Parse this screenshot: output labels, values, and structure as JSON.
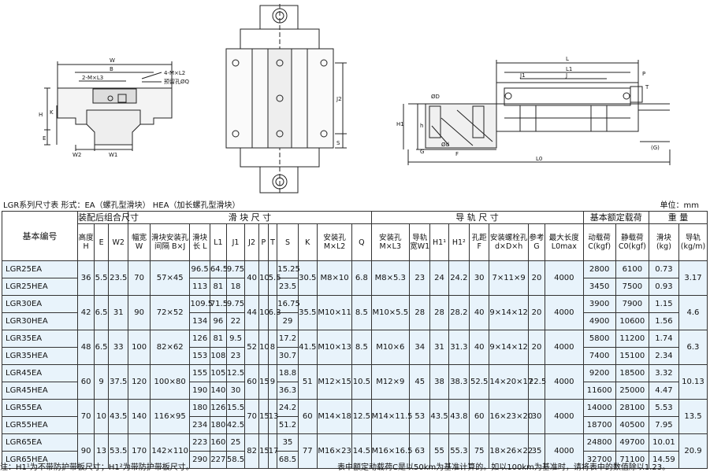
{
  "drawing_labels": {
    "left_view": {
      "W": "W",
      "B": "B",
      "two_mxl3": "2-M×L3",
      "four_mxl2": "4-M×L2",
      "anchor_hole": "预留孔ØQ",
      "H": "H",
      "K": "K",
      "E": "E",
      "W2": "W2",
      "W1": "W1"
    },
    "center_view": {
      "J2": "J2",
      "S": "S"
    },
    "right_view": {
      "L": "L",
      "L1": "L1",
      "J": "J",
      "J1": "J1",
      "P": "P",
      "T": "T",
      "phiD": "ØD",
      "H1": "H1",
      "h": "h",
      "phid": "Ød",
      "G": "G",
      "F": "F",
      "G_paren": "(G)",
      "L0": "L0"
    }
  },
  "caption": {
    "title": "LGR系列尺寸表  形式：EA（螺孔型滑块）  HEA（加长螺孔型滑块）",
    "unit": "单位：mm"
  },
  "table": {
    "group_headers": {
      "model": "基本编号",
      "assembly": "装配后组合尺寸",
      "block": "滑 块 尺 寸",
      "rail": "导 轨 尺 寸",
      "load": "基本额定载荷",
      "weight": "重 量"
    },
    "sub_headers": {
      "H": "高度 H",
      "E": "E",
      "W2": "W2",
      "W": "幅宽 W",
      "BJ": "滑块安装孔间隔 B×J",
      "L": "滑块长 L",
      "L1": "L1",
      "J1": "J1",
      "J2": "J2",
      "P": "P",
      "T": "T",
      "S": "S",
      "K": "K",
      "ML2": "安装孔 M×L2",
      "Q": "Q",
      "ML3": "安装孔 M×L3",
      "W1": "导轨宽W1",
      "H1a": "H1¹",
      "H1b": "H1²",
      "F": "孔距 F",
      "dDh": "安装螺栓孔 d×D×h",
      "G": "参考 G",
      "L0": "最大长度 L0max",
      "C": "动载荷 C(kgf)",
      "C0": "静载荷 C0(kgf)",
      "wb": "滑块 (kg)",
      "wr": "导轨 (kg/m)"
    },
    "groups": [
      {
        "H": "36",
        "E": "5.5",
        "W2": "23.5",
        "W": "70",
        "BJ": "57×45",
        "J2": "40",
        "P": "10",
        "T": "5.5",
        "K": "30.5",
        "ML2": "M8×10",
        "Q": "6.8",
        "ML3": "M8×5.3",
        "W1": "23",
        "H1a": "24",
        "H1b": "24.2",
        "F": "30",
        "dDh": "7×11×9",
        "G": "20",
        "L0": "4000",
        "wr": "3.17",
        "rows": [
          {
            "model": "LGR25EA",
            "L": "96.5",
            "L1": "64.5",
            "J1": "9.75",
            "S": "15.25",
            "C": "2800",
            "C0": "6100",
            "wb": "0.73"
          },
          {
            "model": "LGR25HEA",
            "L": "113",
            "L1": "81",
            "J1": "18",
            "S": "23.5",
            "C": "3450",
            "C0": "7500",
            "wb": "0.93"
          }
        ]
      },
      {
        "H": "42",
        "E": "6.5",
        "W2": "31",
        "W": "90",
        "BJ": "72×52",
        "J2": "44",
        "P": "10",
        "T": "6.3",
        "K": "35.5",
        "ML2": "M10×11",
        "Q": "8.5",
        "ML3": "M10×5.5",
        "W1": "28",
        "H1a": "28",
        "H1b": "28.2",
        "F": "40",
        "dDh": "9×14×12",
        "G": "20",
        "L0": "4000",
        "wr": "4.6",
        "rows": [
          {
            "model": "LGR30EA",
            "L": "109.5",
            "L1": "71.5",
            "J1": "9.75",
            "S": "16.75",
            "C": "3900",
            "C0": "7900",
            "wb": "1.15"
          },
          {
            "model": "LGR30HEA",
            "L": "134",
            "L1": "96",
            "J1": "22",
            "S": "29",
            "C": "4900",
            "C0": "10600",
            "wb": "1.56"
          }
        ]
      },
      {
        "H": "48",
        "E": "6.5",
        "W2": "33",
        "W": "100",
        "BJ": "82×62",
        "J2": "52",
        "P": "10",
        "T": "8",
        "K": "41.5",
        "ML2": "M10×13",
        "Q": "8.5",
        "ML3": "M10×6",
        "W1": "34",
        "H1a": "31",
        "H1b": "31.3",
        "F": "40",
        "dDh": "9×14×12",
        "G": "20",
        "L0": "4000",
        "wr": "6.3",
        "rows": [
          {
            "model": "LGR35EA",
            "L": "126",
            "L1": "81",
            "J1": "9.5",
            "S": "17.2",
            "C": "5800",
            "C0": "11200",
            "wb": "1.74"
          },
          {
            "model": "LGR35HEA",
            "L": "153",
            "L1": "108",
            "J1": "23",
            "S": "30.7",
            "C": "7400",
            "C0": "15100",
            "wb": "2.34"
          }
        ]
      },
      {
        "H": "60",
        "E": "9",
        "W2": "37.5",
        "W": "120",
        "BJ": "100×80",
        "J2": "60",
        "P": "15",
        "T": "9",
        "K": "51",
        "ML2": "M12×15",
        "Q": "10.5",
        "ML3": "M12×9",
        "W1": "45",
        "H1a": "38",
        "H1b": "38.3",
        "F": "52.5",
        "dDh": "14×20×17",
        "G": "22.5",
        "L0": "4000",
        "wr": "10.13",
        "rows": [
          {
            "model": "LGR45EA",
            "L": "155",
            "L1": "105",
            "J1": "12.5",
            "S": "18.8",
            "C": "9200",
            "C0": "18500",
            "wb": "3.32"
          },
          {
            "model": "LGR45HEA",
            "L": "190",
            "L1": "140",
            "J1": "30",
            "S": "36.3",
            "C": "11600",
            "C0": "25000",
            "wb": "4.47"
          }
        ]
      },
      {
        "H": "70",
        "E": "10",
        "W2": "43.5",
        "W": "140",
        "BJ": "116×95",
        "J2": "70",
        "P": "15",
        "T": "13",
        "K": "60",
        "ML2": "M14×18",
        "Q": "12.5",
        "ML3": "M14×11.5",
        "W1": "53",
        "H1a": "43.5",
        "H1b": "43.8",
        "F": "60",
        "dDh": "16×23×20",
        "G": "30",
        "L0": "4000",
        "wr": "13.5",
        "rows": [
          {
            "model": "LGR55EA",
            "L": "180",
            "L1": "126",
            "J1": "15.5",
            "S": "24.2",
            "C": "14000",
            "C0": "28100",
            "wb": "5.53"
          },
          {
            "model": "LGR55HEA",
            "L": "234",
            "L1": "180",
            "J1": "42.5",
            "S": "51.2",
            "C": "18700",
            "C0": "40500",
            "wb": "7.95"
          }
        ]
      },
      {
        "H": "90",
        "E": "13",
        "W2": "53.5",
        "W": "170",
        "BJ": "142×110",
        "J2": "82",
        "P": "15",
        "T": "17",
        "K": "77",
        "ML2": "M16×23",
        "Q": "14.5",
        "ML3": "M16×16.5",
        "W1": "63",
        "H1a": "55",
        "H1b": "55.3",
        "F": "75",
        "dDh": "18×26×22",
        "G": "35",
        "L0": "4000",
        "wr": "20.9",
        "rows": [
          {
            "model": "LGR65EA",
            "L": "223",
            "L1": "160",
            "J1": "25",
            "S": "35",
            "C": "24800",
            "C0": "49700",
            "wb": "10.01"
          },
          {
            "model": "LGR65HEA",
            "L": "290",
            "L1": "227",
            "J1": "58.5",
            "S": "68.5",
            "C": "32700",
            "C0": "71100",
            "wb": "14.59"
          }
        ]
      }
    ]
  },
  "footer": {
    "left": "注：H1¹为不带防护带板尺寸；H1²为带防护带板尺寸。",
    "right": "表中额定动载荷C是以50km为基准计算的。如以100km为基准时，请将表中的数值除以1.23。"
  }
}
